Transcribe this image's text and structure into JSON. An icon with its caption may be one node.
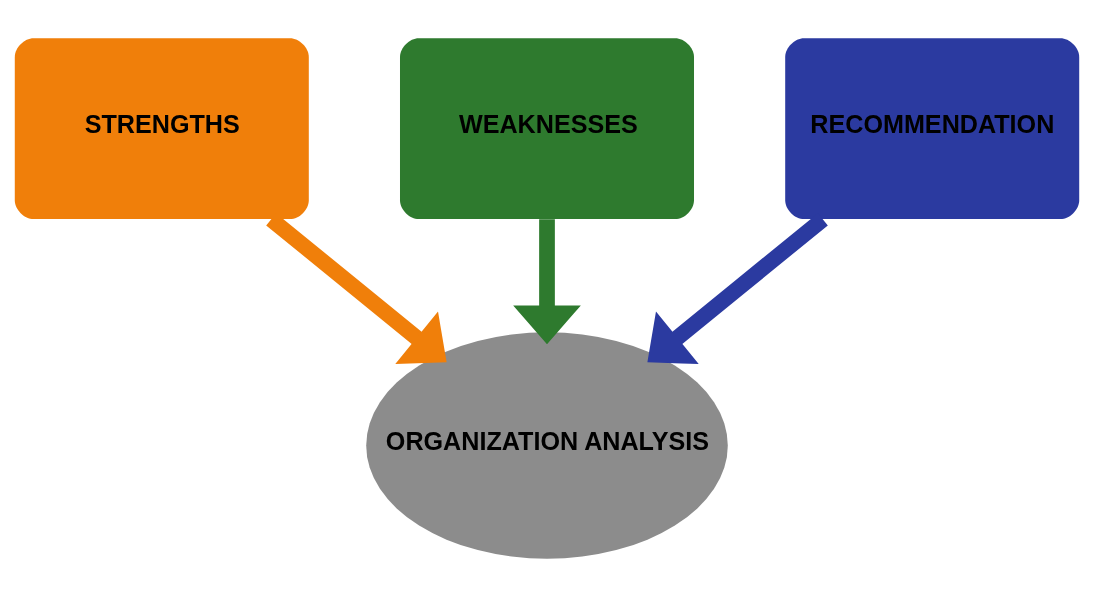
{
  "diagram": {
    "nodes": [
      {
        "text": [
          "STRENGTHS"
        ]
      },
      {
        "text": [
          "WEAKNESSES"
        ]
      },
      {
        "text": [
          "RECOMMENDATION"
        ]
      },
      {
        "text": [
          "ORGANIZATION ANALYSIS"
        ]
      }
    ],
    "edges": [
      {
        "from": 0,
        "to": 3,
        "arrow": "to",
        "color": "#f07f0a"
      },
      {
        "from": 1,
        "to": 3,
        "arrow": "to",
        "color": "#2e7a2e"
      },
      {
        "from": 2,
        "to": 3,
        "arrow": "to",
        "color": "#2b3aa0"
      }
    ]
  }
}
